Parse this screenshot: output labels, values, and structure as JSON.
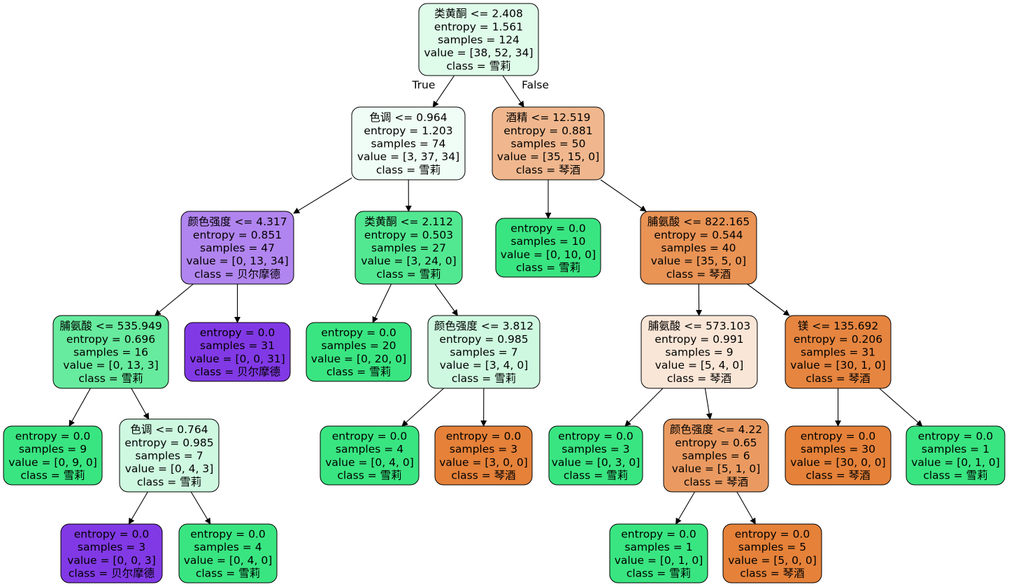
{
  "chart_data": {
    "type": "decision-tree",
    "nodes": [
      {
        "id": "n0",
        "lines": [
          "类黄酮 <= 2.408",
          "entropy = 1.561",
          "samples = 124",
          "value = [38, 52, 34]",
          "class = 雪莉"
        ],
        "value": [
          38,
          52,
          34
        ],
        "class": "雪莉"
      },
      {
        "id": "n1",
        "lines": [
          "色调 <= 0.964",
          "entropy = 1.203",
          "samples = 74",
          "value = [3, 37, 34]",
          "class = 雪莉"
        ],
        "value": [
          3,
          37,
          34
        ],
        "class": "雪莉"
      },
      {
        "id": "n2",
        "lines": [
          "酒精 <= 12.519",
          "entropy = 0.881",
          "samples = 50",
          "value = [35, 15, 0]",
          "class = 琴酒"
        ],
        "value": [
          35,
          15,
          0
        ],
        "class": "琴酒"
      },
      {
        "id": "n3",
        "lines": [
          "颜色强度 <= 4.317",
          "entropy = 0.851",
          "samples = 47",
          "value = [0, 13, 34]",
          "class = 贝尔摩德"
        ],
        "value": [
          0,
          13,
          34
        ],
        "class": "贝尔摩德"
      },
      {
        "id": "n4",
        "lines": [
          "类黄酮 <= 2.112",
          "entropy = 0.503",
          "samples = 27",
          "value = [3, 24, 0]",
          "class = 雪莉"
        ],
        "value": [
          3,
          24,
          0
        ],
        "class": "雪莉"
      },
      {
        "id": "n5",
        "lines": [
          "entropy = 0.0",
          "samples = 10",
          "value = [0, 10, 0]",
          "class = 雪莉"
        ],
        "value": [
          0,
          10,
          0
        ],
        "class": "雪莉"
      },
      {
        "id": "n6",
        "lines": [
          "脯氨酸 <= 822.165",
          "entropy = 0.544",
          "samples = 40",
          "value = [35, 5, 0]",
          "class = 琴酒"
        ],
        "value": [
          35,
          5,
          0
        ],
        "class": "琴酒"
      },
      {
        "id": "n7",
        "lines": [
          "脯氨酸 <= 535.949",
          "entropy = 0.696",
          "samples = 16",
          "value = [0, 13, 3]",
          "class = 雪莉"
        ],
        "value": [
          0,
          13,
          3
        ],
        "class": "雪莉"
      },
      {
        "id": "n8",
        "lines": [
          "entropy = 0.0",
          "samples = 31",
          "value = [0, 0, 31]",
          "class = 贝尔摩德"
        ],
        "value": [
          0,
          0,
          31
        ],
        "class": "贝尔摩德"
      },
      {
        "id": "n9",
        "lines": [
          "entropy = 0.0",
          "samples = 20",
          "value = [0, 20, 0]",
          "class = 雪莉"
        ],
        "value": [
          0,
          20,
          0
        ],
        "class": "雪莉"
      },
      {
        "id": "n10",
        "lines": [
          "颜色强度 <= 3.812",
          "entropy = 0.985",
          "samples = 7",
          "value = [3, 4, 0]",
          "class = 雪莉"
        ],
        "value": [
          3,
          4,
          0
        ],
        "class": "雪莉"
      },
      {
        "id": "n11",
        "lines": [
          "脯氨酸 <= 573.103",
          "entropy = 0.991",
          "samples = 9",
          "value = [5, 4, 0]",
          "class = 琴酒"
        ],
        "value": [
          5,
          4,
          0
        ],
        "class": "琴酒"
      },
      {
        "id": "n12",
        "lines": [
          "镁 <= 135.692",
          "entropy = 0.206",
          "samples = 31",
          "value = [30, 1, 0]",
          "class = 琴酒"
        ],
        "value": [
          30,
          1,
          0
        ],
        "class": "琴酒"
      },
      {
        "id": "n13",
        "lines": [
          "entropy = 0.0",
          "samples = 9",
          "value = [0, 9, 0]",
          "class = 雪莉"
        ],
        "value": [
          0,
          9,
          0
        ],
        "class": "雪莉"
      },
      {
        "id": "n14",
        "lines": [
          "色调 <= 0.764",
          "entropy = 0.985",
          "samples = 7",
          "value = [0, 4, 3]",
          "class = 雪莉"
        ],
        "value": [
          0,
          4,
          3
        ],
        "class": "雪莉"
      },
      {
        "id": "n15",
        "lines": [
          "entropy = 0.0",
          "samples = 4",
          "value = [0, 4, 0]",
          "class = 雪莉"
        ],
        "value": [
          0,
          4,
          0
        ],
        "class": "雪莉"
      },
      {
        "id": "n16",
        "lines": [
          "entropy = 0.0",
          "samples = 3",
          "value = [3, 0, 0]",
          "class = 琴酒"
        ],
        "value": [
          3,
          0,
          0
        ],
        "class": "琴酒"
      },
      {
        "id": "n17",
        "lines": [
          "entropy = 0.0",
          "samples = 3",
          "value = [0, 3, 0]",
          "class = 雪莉"
        ],
        "value": [
          0,
          3,
          0
        ],
        "class": "雪莉"
      },
      {
        "id": "n18",
        "lines": [
          "颜色强度 <= 4.22",
          "entropy = 0.65",
          "samples = 6",
          "value = [5, 1, 0]",
          "class = 琴酒"
        ],
        "value": [
          5,
          1,
          0
        ],
        "class": "琴酒"
      },
      {
        "id": "n19",
        "lines": [
          "entropy = 0.0",
          "samples = 30",
          "value = [30, 0, 0]",
          "class = 琴酒"
        ],
        "value": [
          30,
          0,
          0
        ],
        "class": "琴酒"
      },
      {
        "id": "n20",
        "lines": [
          "entropy = 0.0",
          "samples = 1",
          "value = [0, 1, 0]",
          "class = 雪莉"
        ],
        "value": [
          0,
          1,
          0
        ],
        "class": "雪莉"
      },
      {
        "id": "n21",
        "lines": [
          "entropy = 0.0",
          "samples = 3",
          "value = [0, 0, 3]",
          "class = 贝尔摩德"
        ],
        "value": [
          0,
          0,
          3
        ],
        "class": "贝尔摩德"
      },
      {
        "id": "n22",
        "lines": [
          "entropy = 0.0",
          "samples = 4",
          "value = [0, 4, 0]",
          "class = 雪莉"
        ],
        "value": [
          0,
          4,
          0
        ],
        "class": "雪莉"
      },
      {
        "id": "n23",
        "lines": [
          "entropy = 0.0",
          "samples = 1",
          "value = [0, 1, 0]",
          "class = 雪莉"
        ],
        "value": [
          0,
          1,
          0
        ],
        "class": "雪莉"
      },
      {
        "id": "n24",
        "lines": [
          "entropy = 0.0",
          "samples = 5",
          "value = [5, 0, 0]",
          "class = 琴酒"
        ],
        "value": [
          5,
          0,
          0
        ],
        "class": "琴酒"
      }
    ],
    "edges": [
      {
        "from": "n0",
        "to": "n1",
        "label": "True"
      },
      {
        "from": "n0",
        "to": "n2",
        "label": "False"
      },
      {
        "from": "n1",
        "to": "n3"
      },
      {
        "from": "n1",
        "to": "n4"
      },
      {
        "from": "n2",
        "to": "n5"
      },
      {
        "from": "n2",
        "to": "n6"
      },
      {
        "from": "n3",
        "to": "n7"
      },
      {
        "from": "n3",
        "to": "n8"
      },
      {
        "from": "n4",
        "to": "n9"
      },
      {
        "from": "n4",
        "to": "n10"
      },
      {
        "from": "n6",
        "to": "n11"
      },
      {
        "from": "n6",
        "to": "n12"
      },
      {
        "from": "n7",
        "to": "n13"
      },
      {
        "from": "n7",
        "to": "n14"
      },
      {
        "from": "n10",
        "to": "n15"
      },
      {
        "from": "n10",
        "to": "n16"
      },
      {
        "from": "n11",
        "to": "n17"
      },
      {
        "from": "n11",
        "to": "n18"
      },
      {
        "from": "n12",
        "to": "n19"
      },
      {
        "from": "n12",
        "to": "n20"
      },
      {
        "from": "n14",
        "to": "n21"
      },
      {
        "from": "n14",
        "to": "n22"
      },
      {
        "from": "n18",
        "to": "n23"
      },
      {
        "from": "n18",
        "to": "n24"
      }
    ],
    "class_colors": [
      "#e58139",
      "#39e581",
      "#8139e5"
    ]
  }
}
